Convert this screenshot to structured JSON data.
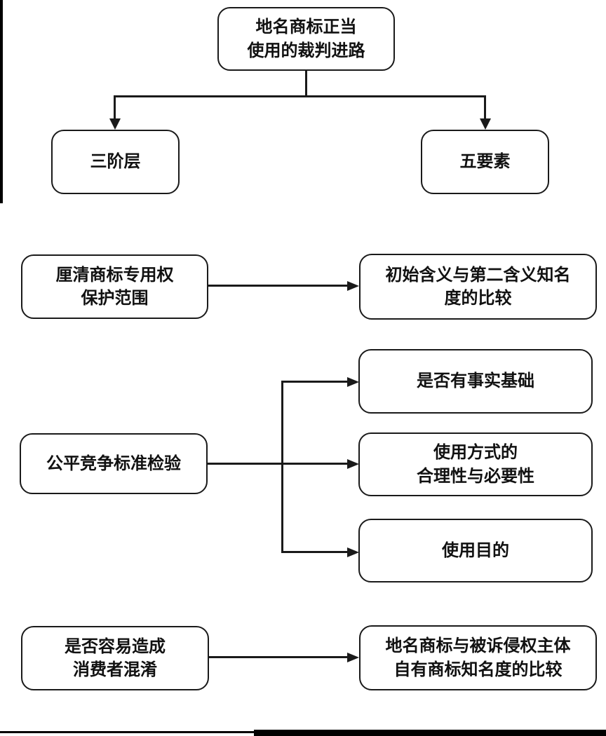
{
  "meta": {
    "background_color": "#ffffff",
    "line_color": "#1a1a1a",
    "node_fill_color": "#ffffff",
    "node_border_color": "#1a1a1a"
  },
  "diagram": {
    "type": "flowchart",
    "nodes": {
      "root": {
        "label": "地名商标正当\n使用的裁判进路"
      },
      "three_tier": {
        "label": "三阶层"
      },
      "five_factor": {
        "label": "五要素"
      },
      "clarify_scope": {
        "label": "厘清商标专用权\n保护范围"
      },
      "meaning_cmp": {
        "label": "初始含义与第二含义知名\n度的比较"
      },
      "fair_competition": {
        "label": "公平竞争标准检验"
      },
      "factual_basis": {
        "label": "是否有事实基础"
      },
      "usage_manner": {
        "label": "使用方式的\n合理性与必要性"
      },
      "usage_purpose": {
        "label": "使用目的"
      },
      "confusion": {
        "label": "是否容易造成\n消费者混淆"
      },
      "fame_cmp": {
        "label": "地名商标与被诉侵权主体\n自有商标知名度的比较"
      }
    },
    "edges": [
      {
        "from": "root",
        "to": "three_tier",
        "arrow": "down"
      },
      {
        "from": "root",
        "to": "five_factor",
        "arrow": "down"
      },
      {
        "from": "clarify_scope",
        "to": "meaning_cmp",
        "arrow": "right"
      },
      {
        "from": "fair_competition",
        "to": "factual_basis",
        "arrow": "right"
      },
      {
        "from": "fair_competition",
        "to": "usage_manner",
        "arrow": "right"
      },
      {
        "from": "fair_competition",
        "to": "usage_purpose",
        "arrow": "right"
      },
      {
        "from": "confusion",
        "to": "fame_cmp",
        "arrow": "right"
      }
    ]
  }
}
